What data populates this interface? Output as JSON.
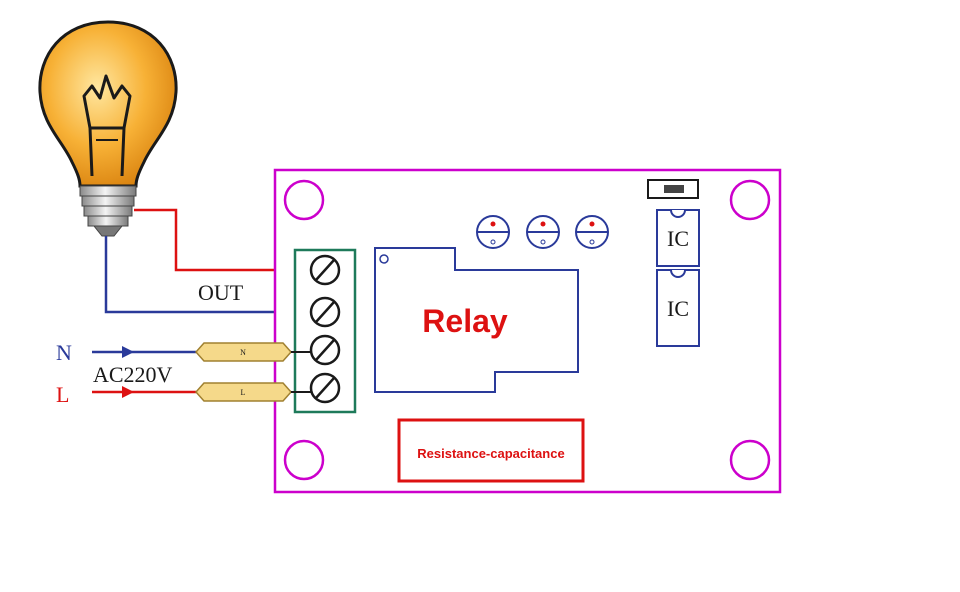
{
  "diagram": {
    "labels": {
      "out": "OUT",
      "n": "N",
      "l": "L",
      "voltage": "AC220V",
      "relay": "Relay",
      "ic_1": "IC",
      "ic_2": "IC",
      "connector_n": "N",
      "connector_l": "L",
      "rc_box": "Resistance-capacitance"
    },
    "colors": {
      "board_outline": "#cc00cc",
      "terminal_block": "#1e7a5a",
      "wire_red": "#dd1111",
      "wire_blue": "#2a3a9a",
      "relay_text": "#dd1111",
      "rc_box_border": "#dd1111",
      "bulb_glass": "#f5a623",
      "connector_fill": "#f5d98a"
    },
    "icons": [
      "light-bulb-icon",
      "screw-terminal-icon",
      "led-icon",
      "switch-icon"
    ]
  }
}
